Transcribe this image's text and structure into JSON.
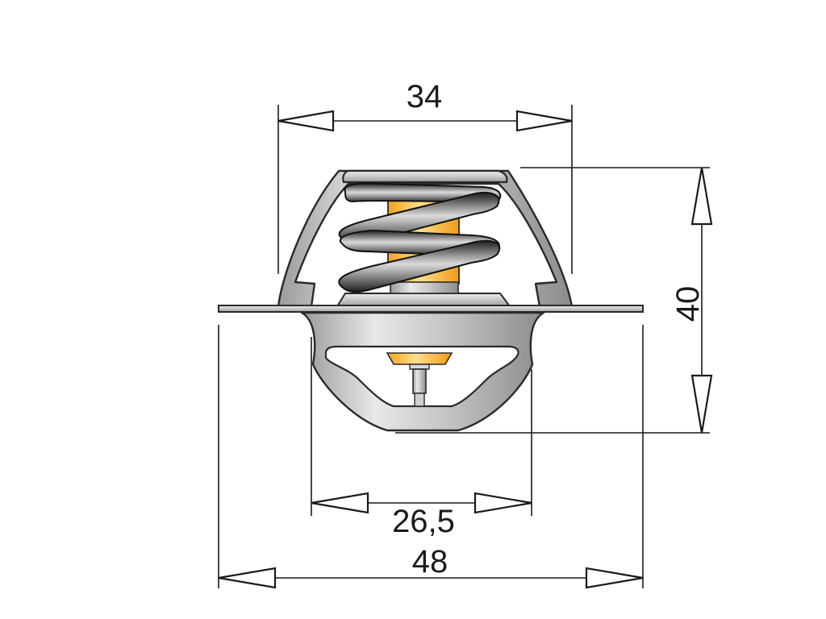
{
  "dimensions": {
    "top_width": "34",
    "height": "40",
    "bottom_width": "26,5",
    "flange_width": "48"
  },
  "colors": {
    "metal_light": "#e2e2e2",
    "metal_mid": "#b9b9b9",
    "metal_dark": "#8a8a8a",
    "wax_orange": "#f6a824",
    "wax_yellow": "#fbd56a",
    "spring_dark": "#2b2b2b",
    "line": "#1a1a1a"
  }
}
